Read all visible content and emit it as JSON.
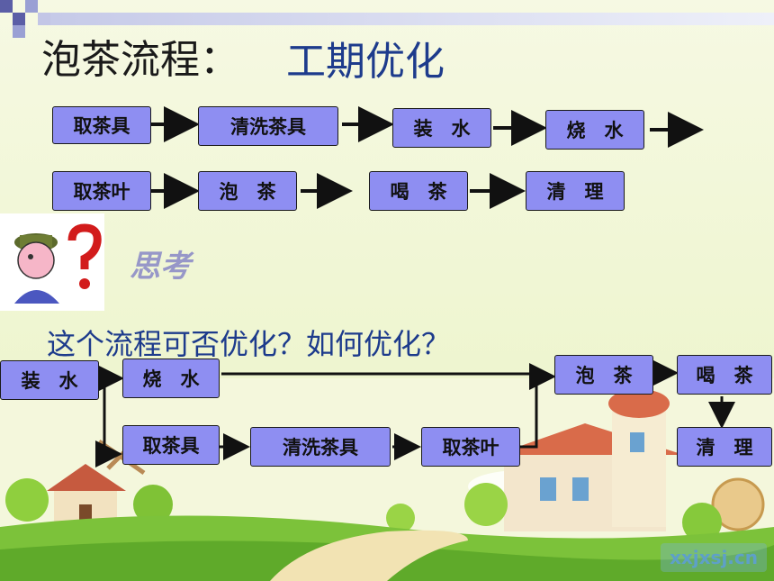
{
  "title": "泡茶流程：",
  "subtitle": "工期优化",
  "think_label": "思考",
  "question": "这个流程可否优化？如何优化？",
  "colors": {
    "box_fill": "#8e8ef2",
    "title_accent": "#1d3b8c",
    "think_label": "#9797c8"
  },
  "original_flow": {
    "row1": [
      "取茶具",
      "清洗茶具",
      "装　水",
      "烧　水"
    ],
    "row2": [
      "取茶叶",
      "泡　茶",
      "喝　茶",
      "清　理"
    ]
  },
  "optimized_flow": {
    "start": "装　水",
    "boil": "烧　水",
    "parallel": [
      "取茶具",
      "清洗茶具",
      "取茶叶"
    ],
    "brew": "泡　茶",
    "drink": "喝　茶",
    "clean": "清　理"
  },
  "watermark": "xxjxsj.cn"
}
